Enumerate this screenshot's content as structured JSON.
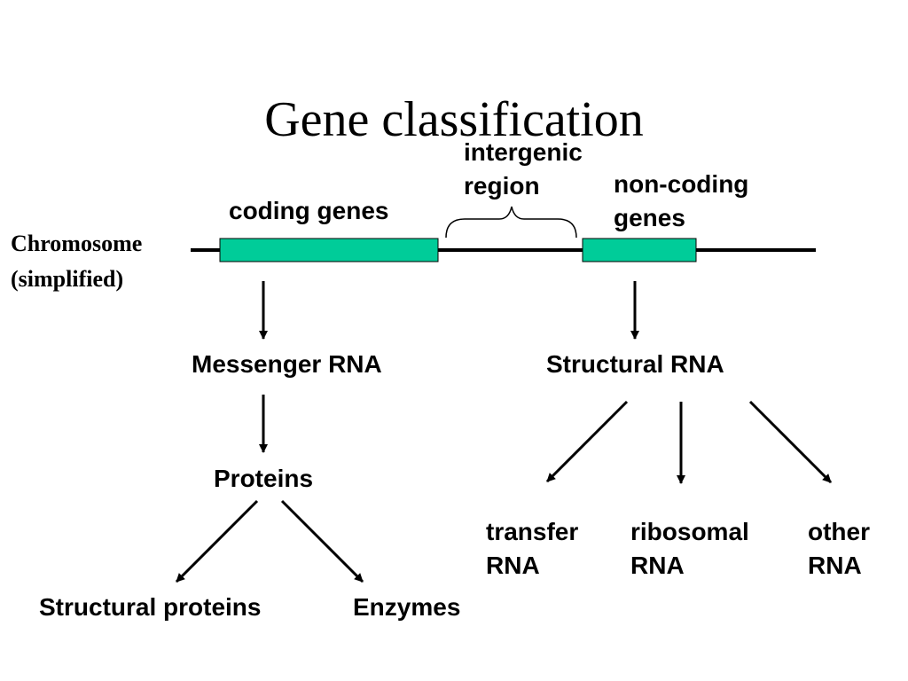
{
  "title": "Gene classification",
  "chromosome": {
    "line1": "Chromosome",
    "line2": "(simplified)"
  },
  "labels": {
    "coding_genes": "coding genes",
    "intergenic_line1": "intergenic",
    "intergenic_line2": "region",
    "noncoding_line1": "non-coding",
    "noncoding_line2": "genes",
    "messenger_rna": "Messenger RNA",
    "structural_rna": "Structural RNA",
    "proteins": "Proteins",
    "structural_proteins": "Structural proteins",
    "enzymes": "Enzymes",
    "transfer_line1": "transfer",
    "transfer_line2": "RNA",
    "ribosomal_line1": "ribosomal",
    "ribosomal_line2": "RNA",
    "other_line1": "other",
    "other_line2": "RNA"
  },
  "colors": {
    "gene_fill": "#00cc99",
    "line": "#000000"
  }
}
